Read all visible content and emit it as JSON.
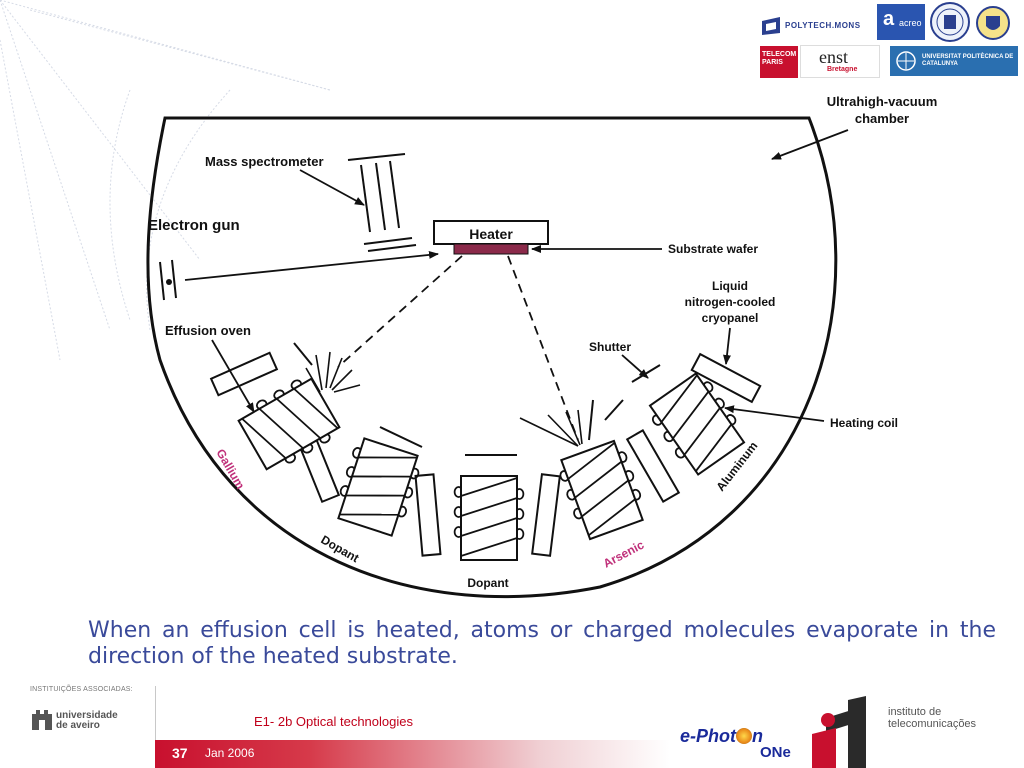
{
  "header_logos": {
    "polytech": "POLYTECH.MONS",
    "acreo": "acreo",
    "telecom": "TELECOM PARIS",
    "enst": "enst",
    "enst_sub": "Bretagne",
    "upc": "UNIVERSITAT POLITÈCNICA DE CATALUNYA"
  },
  "diagram": {
    "chamber_label": "Ultrahigh-vacuum chamber",
    "chamber_label_lines": [
      "Ultrahigh-vacuum",
      "chamber"
    ],
    "mass_spectrometer": "Mass spectrometer",
    "electron_gun": "Electron gun",
    "heater": "Heater",
    "substrate_wafer": "Substrate wafer",
    "cryopanel_lines": [
      "Liquid",
      "nitrogen-cooled",
      "cryopanel"
    ],
    "effusion_oven": "Effusion oven",
    "shutter": "Shutter",
    "heating_coil": "Heating coil",
    "gallium": "Gallium",
    "dopant_left": "Dopant",
    "dopant_bottom": "Dopant",
    "arsenic": "Arsenic",
    "aluminum": "Aluminum",
    "colors": {
      "line": "#111111",
      "wafer": "#8b2a4a",
      "element_label": "#c0307a"
    }
  },
  "caption": "When an effusion cell is heated, atoms or charged molecules evaporate in the direction of the heated substrate.",
  "footer": {
    "institutions_label": "INSTITUIÇÕES ASSOCIADAS:",
    "university_name": [
      "universidade",
      "de aveiro"
    ],
    "course_title": "E1- 2b Optical technologies",
    "page_number": "37",
    "date": "Jan 2006",
    "ephoton": "e-Phot",
    "ephoton_on": "n",
    "one": "ONe",
    "it_name": [
      "instituto de",
      "telecomunicações"
    ],
    "accent_color": "#c8102e"
  }
}
